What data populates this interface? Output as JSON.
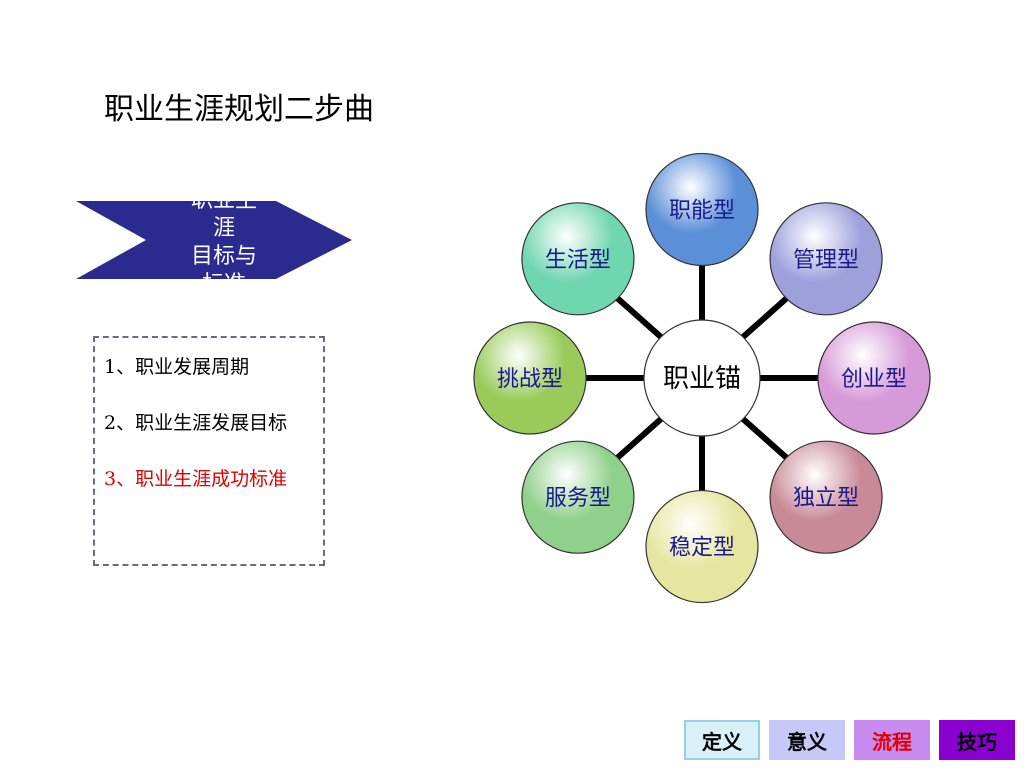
{
  "title": "职业生涯规划二步曲",
  "arrow": {
    "lines": [
      "职业生",
      "涯",
      "目标与",
      "标准"
    ],
    "color": "#2b2b8f"
  },
  "list": [
    {
      "text": "1、职业发展周期",
      "color": "#000000"
    },
    {
      "text": "2、职业生涯发展目标",
      "color": "#000000"
    },
    {
      "text": "3、职业生涯成功标准",
      "color": "#e00000"
    }
  ],
  "diagram": {
    "center": "职业锚",
    "nodes": [
      {
        "label": "职能型",
        "color": "#5b8fd8"
      },
      {
        "label": "管理型",
        "color": "#9ea0dc"
      },
      {
        "label": "创业型",
        "color": "#d79ad8"
      },
      {
        "label": "独立型",
        "color": "#c98a98"
      },
      {
        "label": "稳定型",
        "color": "#e6e6a0"
      },
      {
        "label": "服务型",
        "color": "#8fd08a"
      },
      {
        "label": "挑战型",
        "color": "#9acb5a"
      },
      {
        "label": "生活型",
        "color": "#6fd6b0"
      }
    ]
  },
  "nav": [
    {
      "label": "定义",
      "bg": "#d8f0f8",
      "color": "#000000",
      "border": "#9ad0e6"
    },
    {
      "label": "意义",
      "bg": "#c8c8f8",
      "color": "#000000",
      "border": "#c8c8f8"
    },
    {
      "label": "流程",
      "bg": "#c88cf0",
      "color": "#e00000",
      "border": "#c88cf0"
    },
    {
      "label": "技巧",
      "bg": "#8a00d0",
      "color": "#000000",
      "border": "#8a00d0"
    }
  ]
}
